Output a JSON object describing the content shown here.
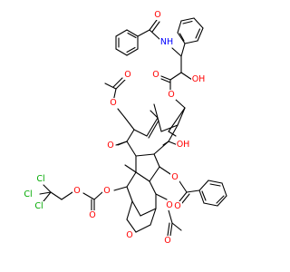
{
  "colors": {
    "background": "#ffffff",
    "bond": "#000000",
    "oxygen": "#ff0000",
    "nitrogen": "#0000ff",
    "chlorine": "#00aa00",
    "carbon": "#000000"
  },
  "atoms": [
    {
      "label": "O",
      "element": "oxygen",
      "name": "amide-oxygen"
    },
    {
      "label": "NH",
      "element": "nitrogen",
      "name": "amide-nitrogen"
    },
    {
      "label": "OH",
      "element": "oxygen",
      "name": "side-chain-hydroxyl"
    },
    {
      "label": "O",
      "element": "oxygen",
      "name": "ester-carbonyl-oxygen"
    },
    {
      "label": "O",
      "element": "oxygen",
      "name": "ester-oxygen"
    },
    {
      "label": "O",
      "element": "oxygen",
      "name": "acetate-carbonyl-oxygen-top"
    },
    {
      "label": "O",
      "element": "oxygen",
      "name": "acetate-oxygen-top"
    },
    {
      "label": "O",
      "element": "oxygen",
      "name": "ketone-oxygen"
    },
    {
      "label": "OH",
      "element": "oxygen",
      "name": "core-hydroxyl"
    },
    {
      "label": "O",
      "element": "oxygen",
      "name": "benzoate-oxygen"
    },
    {
      "label": "O",
      "element": "oxygen",
      "name": "benzoate-carbonyl-oxygen"
    },
    {
      "label": "O",
      "element": "oxygen",
      "name": "carbonate-oxygen-ring"
    },
    {
      "label": "O",
      "element": "oxygen",
      "name": "carbonate-carbonyl-oxygen"
    },
    {
      "label": "O",
      "element": "oxygen",
      "name": "carbonate-oxygen-chain"
    },
    {
      "label": "Cl",
      "element": "chlorine",
      "name": "chlorine-1"
    },
    {
      "label": "Cl",
      "element": "chlorine",
      "name": "chlorine-2"
    },
    {
      "label": "Cl",
      "element": "chlorine",
      "name": "chlorine-3"
    },
    {
      "label": "O",
      "element": "oxygen",
      "name": "oxetane-oxygen"
    },
    {
      "label": "O",
      "element": "oxygen",
      "name": "acetate-oxygen-bottom"
    },
    {
      "label": "O",
      "element": "oxygen",
      "name": "acetate-carbonyl-oxygen-bottom"
    }
  ]
}
